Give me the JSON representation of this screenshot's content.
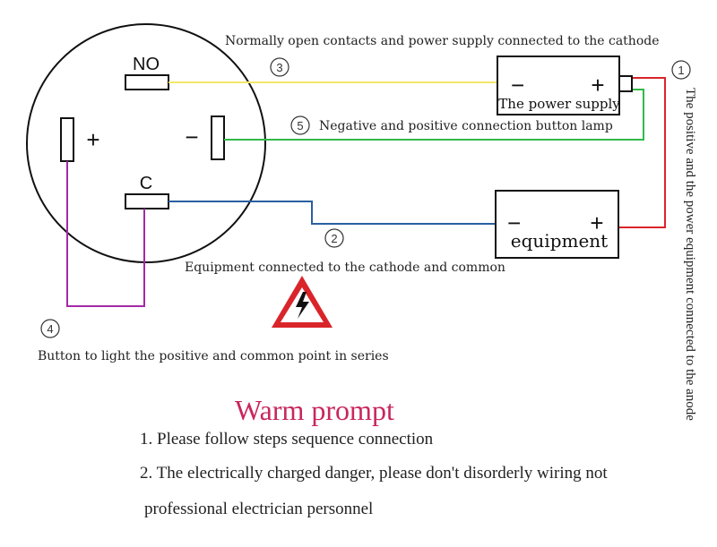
{
  "switch": {
    "no_label": "NO",
    "c_label": "C",
    "plus_label": "+",
    "minus_label": "−"
  },
  "power_supply": {
    "minus": "−",
    "plus": "+",
    "label": "The power supply"
  },
  "equipment": {
    "minus": "−",
    "plus": "+",
    "label": "equipment"
  },
  "annotations": {
    "top": "Normally open contacts and power supply connected to the cathode",
    "lamp": "Negative and positive connection button lamp",
    "cathode_common": "Equipment connected to the cathode and common",
    "series": "Button to light the positive and common point in series",
    "vertical": "The positive and the power equipment connected to the anode"
  },
  "markers": {
    "one": "1",
    "two": "2",
    "three": "3",
    "four": "4",
    "five": "5"
  },
  "colors": {
    "yellow_wire": "#f2e86a",
    "green_wire": "#32b94a",
    "blue_wire": "#2a5fa0",
    "red_wire": "#d9252a",
    "purple_wire": "#a32aa8",
    "warning_red": "#d9252a"
  },
  "warm_prompt": {
    "title": "Warm prompt",
    "line1": "1. Please follow steps sequence connection",
    "line2": "2. The electrically charged danger, please don't disorderly wiring not",
    "line3": "professional electrician personnel"
  }
}
